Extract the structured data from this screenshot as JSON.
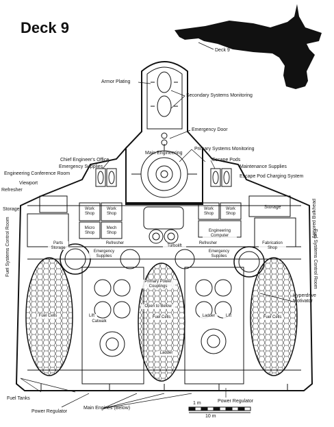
{
  "title": "Deck 9",
  "locator": {
    "label": "Deck 9"
  },
  "labels": {
    "armor_plating": "Armor Plating",
    "secondary_systems_monitoring": "Secondary Systems Monitoring",
    "emergency_door": "Emergency Door",
    "main_engineering": "Main Engineering",
    "primary_systems_monitoring": "Primary Systems Monitoring",
    "chief_engineers_office": "Chief Engineer's Office",
    "emergency_supplies": "Emergency Supplies",
    "engineering_conference_room": "Engineering Conference Room",
    "escape_pods": "Escape Pods",
    "maintenance_supplies": "Maintenance Supplies",
    "escape_pod_charging_system": "Escape Pod Charging System",
    "viewport": "Viewport",
    "refresher": "Refresher",
    "storage_left": "Storage",
    "storage_right": "Storage",
    "armored_bulkhead": "Armored Bulkhead",
    "fuel_systems_control_room_left": "Fuel Systems Control Room",
    "fuel_systems_control_room_right": "Fuel Systems Control Room",
    "hyperdrive_motivator": "Hyperdrive Motivator",
    "fuel_tanks": "Fuel Tanks",
    "power_regulator_left": "Power Regulator",
    "power_regulator_right": "Power Regulator",
    "main_engines": "Main Engines (Below)"
  },
  "rooms": {
    "work_shop_1": "Work Shop",
    "work_shop_2": "Work Shop",
    "work_shop_3": "Work Shop",
    "work_shop_4": "Work Shop",
    "micro_shop": "Micro Shop",
    "mech_shop": "Mech Shop",
    "engineering_computer": "Engineering Computer",
    "parts_storage": "Parts Storage",
    "fabrication_shop": "Fabrication Shop",
    "refresher_left": "Refresher",
    "refresher_right": "Refresher",
    "turbolift": "Turbolift",
    "emergency_supplies_left": "Emergency Supplies",
    "emergency_supplies_right": "Emergency Supplies",
    "primary_power_couplings": "Primary Power Couplings",
    "open_to_below": "Open to Below",
    "fuel_cells_left": "Fuel Cells",
    "fuel_cells_center": "Fuel Cells",
    "fuel_cells_right": "Fuel Cells",
    "lift_left": "Lift",
    "lift_right": "Lift",
    "catwalk": "Catwalk",
    "ladder_center": "Ladder",
    "ladder_lower": "Ladder"
  },
  "scale": {
    "small": "1 m",
    "large": "10 m"
  }
}
